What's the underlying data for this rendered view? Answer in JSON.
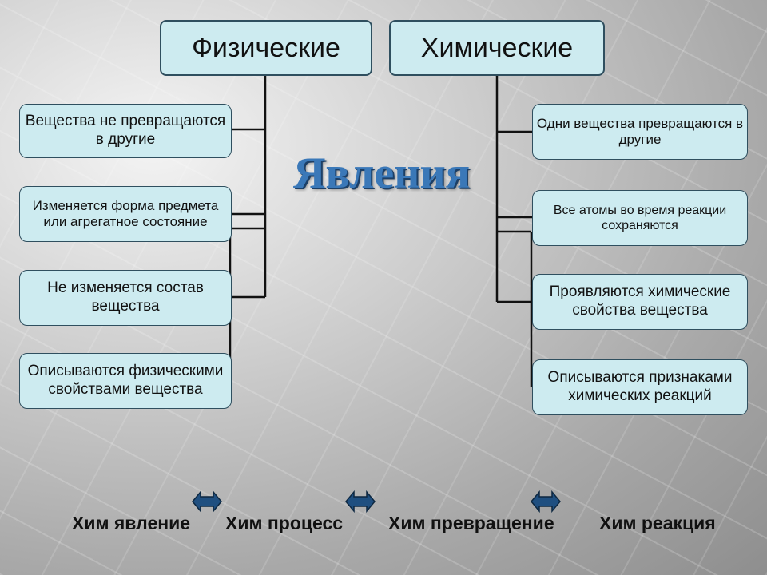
{
  "title": "Явления",
  "physical": {
    "header": "Физические",
    "items": [
      "Вещества не превращаются в другие",
      "Изменяется форма предмета или агрегатное состояние",
      "Не изменяется состав вещества",
      "Описываются физическими свойствами вещества"
    ]
  },
  "chemical": {
    "header": "Химические",
    "items": [
      "Одни вещества превращаются в другие",
      "Все атомы во время реакции сохраняются",
      "Проявляются химические свойства вещества",
      "Описываются признаками химических реакций"
    ]
  },
  "synonyms": [
    "Хим явление",
    "Хим процесс",
    "Хим превращение",
    "Хим реакция"
  ],
  "colors": {
    "box_fill": "#cdebf0",
    "title": "#3a78b8",
    "arrow": "#1f4f80"
  }
}
